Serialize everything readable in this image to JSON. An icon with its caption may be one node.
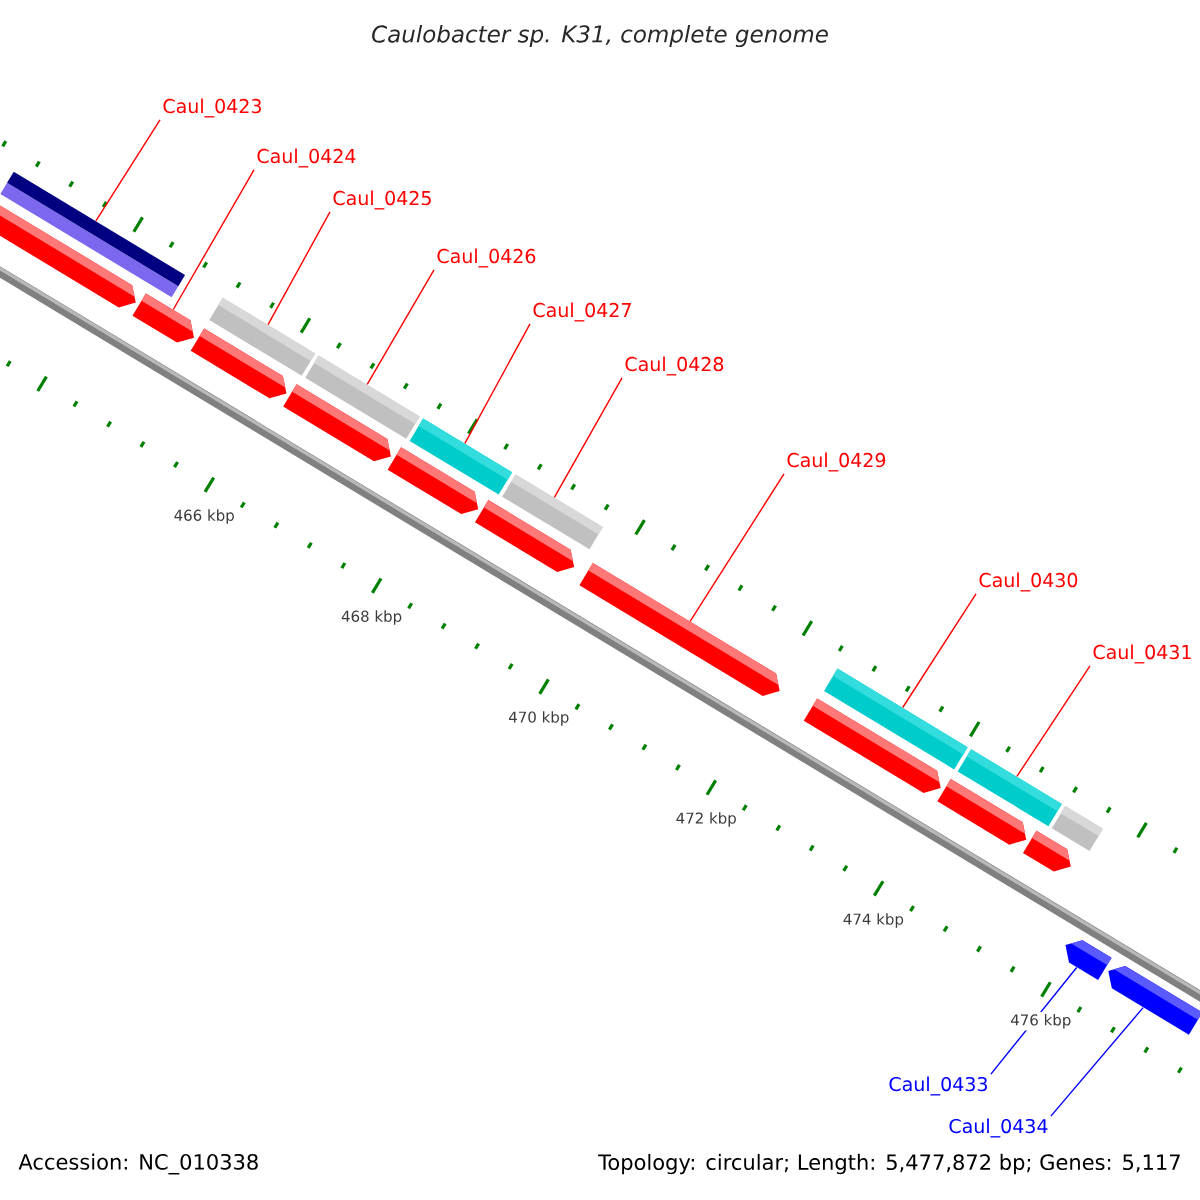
{
  "diagram": {
    "title": "Caulobacter sp. K31, complete genome",
    "nodes": [
      {
        "text": [
          "Caul_0423"
        ]
      },
      {
        "text": [
          "Caul_0424"
        ]
      },
      {
        "text": [
          "Caul_0425"
        ]
      },
      {
        "text": [
          "Caul_0426"
        ]
      },
      {
        "text": [
          "Caul_0427"
        ]
      },
      {
        "text": [
          "Caul_0428"
        ]
      },
      {
        "text": [
          "Caul_0429"
        ]
      },
      {
        "text": [
          "Caul_0430"
        ]
      },
      {
        "text": [
          "Caul_0431"
        ]
      },
      {
        "text": [
          "Caul_0433"
        ]
      },
      {
        "text": [
          "Caul_0434"
        ]
      },
      {
        "text": [],
        "shape": "bar"
      },
      {
        "text": [],
        "shape": "bar"
      },
      {
        "text": [],
        "shape": "bar"
      },
      {
        "text": [],
        "shape": "bar"
      },
      {
        "text": [],
        "shape": "bar"
      },
      {
        "text": [],
        "shape": "bar"
      },
      {
        "text": [],
        "shape": "bar"
      },
      {
        "text": [],
        "shape": "bar"
      },
      {
        "text": [],
        "shape": "bar"
      },
      {
        "text": [],
        "shape": "bar"
      },
      {
        "text": [],
        "shape": "bar"
      },
      {
        "text": [],
        "shape": "bar"
      }
    ],
    "edges": [
      {
        "from": 0,
        "to": 11,
        "arrow": "none"
      },
      {
        "from": 1,
        "to": 12,
        "arrow": "none"
      },
      {
        "from": 2,
        "to": 13,
        "arrow": "none"
      },
      {
        "from": 3,
        "to": 14,
        "arrow": "none"
      },
      {
        "from": 4,
        "to": 15,
        "arrow": "none"
      },
      {
        "from": 5,
        "to": 16,
        "arrow": "none"
      },
      {
        "from": 6,
        "to": 17,
        "arrow": "none"
      },
      {
        "from": 7,
        "to": 18,
        "arrow": "none"
      },
      {
        "from": 8,
        "to": 19,
        "arrow": "none"
      },
      {
        "from": 9,
        "to": 21,
        "arrow": "none",
        "color": "#0000ff"
      },
      {
        "from": 10,
        "to": 22,
        "arrow": "none",
        "color": "#0000ff"
      }
    ],
    "labels": [
      "466 kbp",
      "468 kbp",
      "470 kbp",
      "472 kbp",
      "474 kbp",
      "476 kbp",
      "Accession: NC_010338",
      "Topology: circular; Length: 5,477,872 bp; Genes: 5,117"
    ]
  }
}
